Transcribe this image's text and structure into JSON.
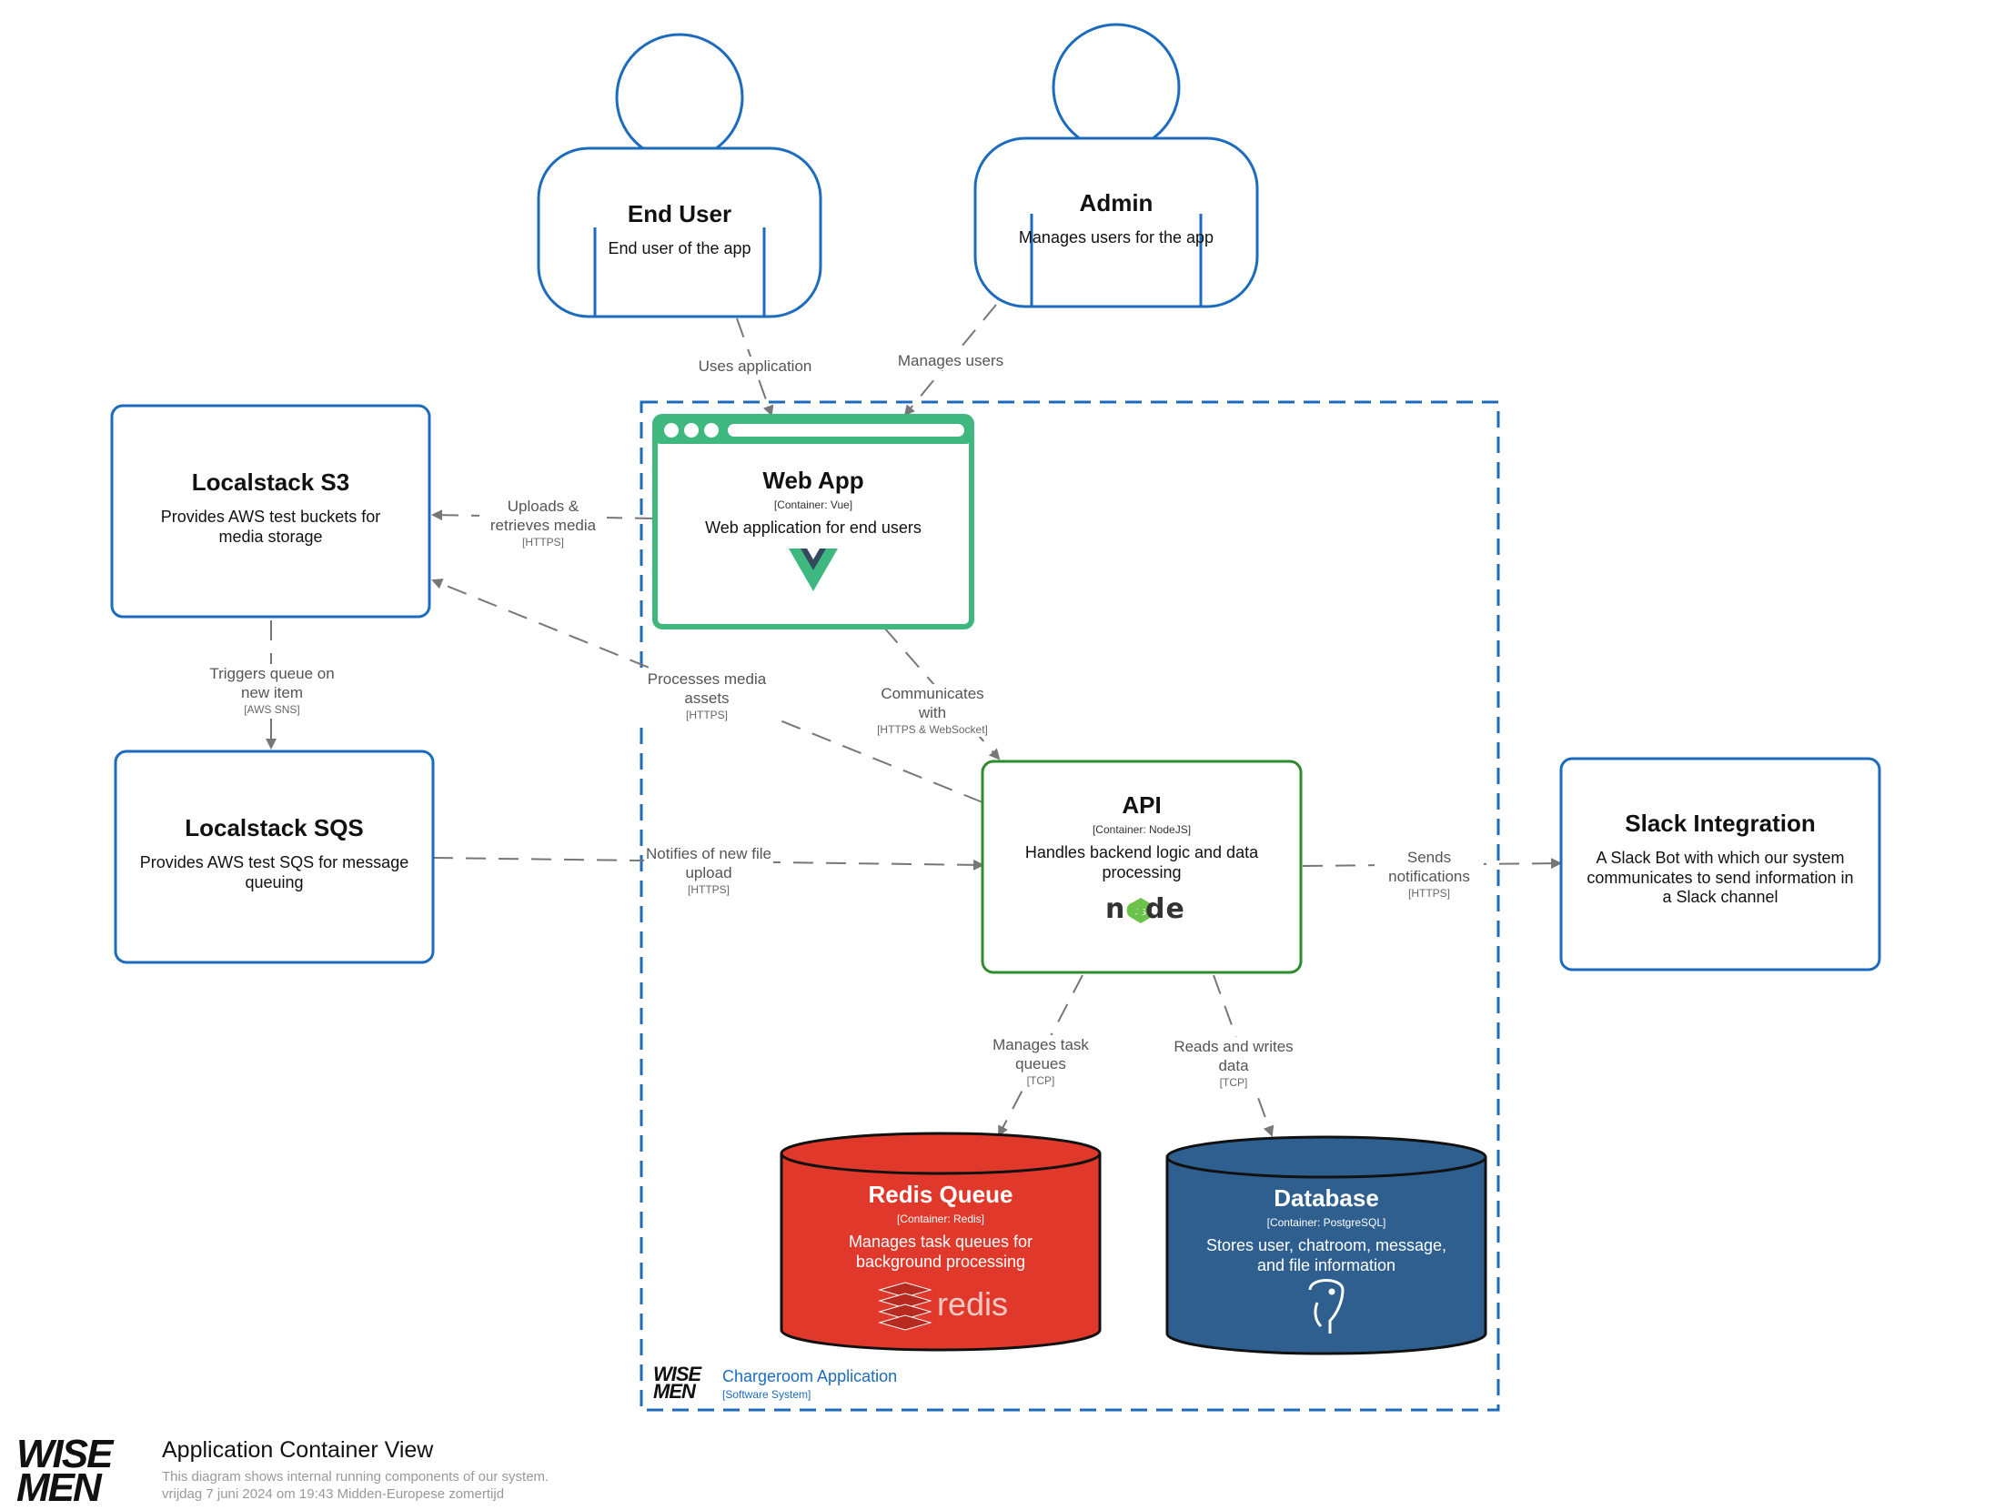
{
  "people": {
    "end_user": {
      "title": "End User",
      "description": "End user of the app"
    },
    "admin": {
      "title": "Admin",
      "description": "Manages users for the app"
    }
  },
  "containers": {
    "web_app": {
      "title": "Web App",
      "tech": "[Container: Vue]",
      "description": "Web application for end users",
      "icon": "vue-logo-icon"
    },
    "api": {
      "title": "API",
      "tech": "[Container: NodeJS]",
      "description": "Handles backend logic and data processing",
      "icon": "nodejs-logo-icon"
    },
    "redis": {
      "title": "Redis Queue",
      "tech": "[Container: Redis]",
      "description": "Manages task queues for background processing",
      "logo_text": "redis"
    },
    "database": {
      "title": "Database",
      "tech": "[Container: PostgreSQL]",
      "description": "Stores user, chatroom, message, and file information",
      "icon": "postgresql-elephant-icon"
    }
  },
  "external": {
    "s3": {
      "title": "Localstack S3",
      "description": "Provides AWS test buckets for media storage"
    },
    "sqs": {
      "title": "Localstack SQS",
      "description": "Provides AWS test SQS for message queuing"
    },
    "slack": {
      "title": "Slack Integration",
      "description": "A Slack Bot with which our system communicates to send information in a Slack channel"
    }
  },
  "relations": {
    "uses_app": {
      "label": "Uses application",
      "tech": ""
    },
    "manages_users": {
      "label": "Manages users",
      "tech": ""
    },
    "uploads": {
      "label": "Uploads & retrieves media",
      "tech": "[HTTPS]"
    },
    "triggers": {
      "label": "Triggers queue on new item",
      "tech": "[AWS SNS]"
    },
    "processes": {
      "label": "Processes media assets",
      "tech": "[HTTPS]"
    },
    "communicates": {
      "label": "Communicates with",
      "tech": "[HTTPS & WebSocket]"
    },
    "notifies": {
      "label": "Notifies of new file upload",
      "tech": "[HTTPS]"
    },
    "sends": {
      "label": "Sends notifications",
      "tech": "[HTTPS]"
    },
    "manages_tasks": {
      "label": "Manages task queues",
      "tech": "[TCP]"
    },
    "reads_writes": {
      "label": "Reads and writes data",
      "tech": "[TCP]"
    }
  },
  "boundary": {
    "title": "Chargeroom Application",
    "type": "[Software System]",
    "logo_text": "WISE MEN"
  },
  "footer": {
    "logo_text": "WISE MEN",
    "title": "Application Container View",
    "subtitle": "This diagram shows internal running components of our system.",
    "timestamp": "vrijdag 7 juni 2024 om 19:43 Midden-Europese zomertijd"
  },
  "colors": {
    "person_border": "#1c6bbd",
    "external_border": "#1c6bbd",
    "web_app_border": "#3fb87f",
    "api_border": "#2e8b2e",
    "redis_fill": "#e0392b",
    "database_fill": "#2f5f8f",
    "boundary_border": "#1c6bbd",
    "arrow": "#777777"
  }
}
